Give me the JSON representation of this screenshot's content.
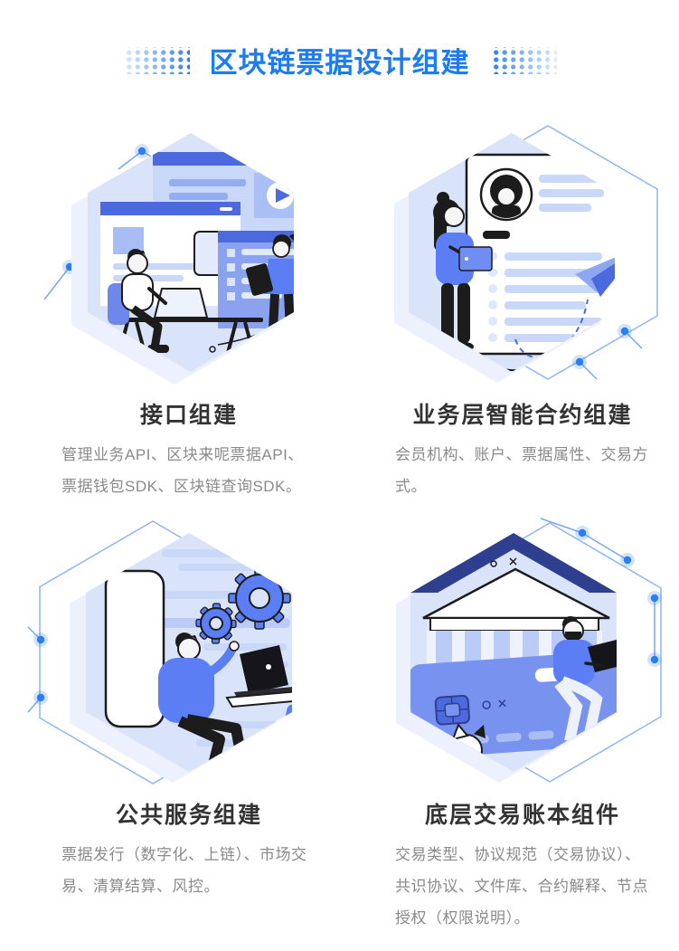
{
  "page": {
    "background": "#ffffff"
  },
  "header": {
    "title": "区块链票据设计组建",
    "decoration_icon": "dot-grid",
    "accent_color": "#1d7bf4"
  },
  "colors": {
    "accent_blue": "#1d7bf4",
    "illustration_blue": "#5b7ef5",
    "illustration_header_blue": "#4c69de",
    "illustration_light_blue": "#d9e3fa",
    "card_title_text": "#333333",
    "card_body_text": "#8a8a8a",
    "circuit_line": "#74a9f2",
    "circuit_dot": "#2a7df2",
    "outline_ink": "#1c1c1c"
  },
  "cards": [
    {
      "title": "接口组建",
      "description": "管理业务API、区块来呢票据API、票据钱包SDK、区块链查询SDK。",
      "illustration_icon": "hexagon-team-building-interfaces-illustration"
    },
    {
      "title": "业务层智能合约组建",
      "description": "会员机构、账户、票据属性、交易方式。",
      "illustration_icon": "hexagon-profile-document-paper-plane-illustration"
    },
    {
      "title": "公共服务组建",
      "description": "票据发行（数字化、上链）、市场交易、清算结算、风控。",
      "illustration_icon": "hexagon-developer-laptop-gears-illustration"
    },
    {
      "title": "底层交易账本组件",
      "description": "交易类型、协议规范（交易协议）、共识协议、文件库、合约解释、节点授权（权限说明）。",
      "illustration_icon": "hexagon-bank-credit-card-coins-illustration"
    }
  ]
}
